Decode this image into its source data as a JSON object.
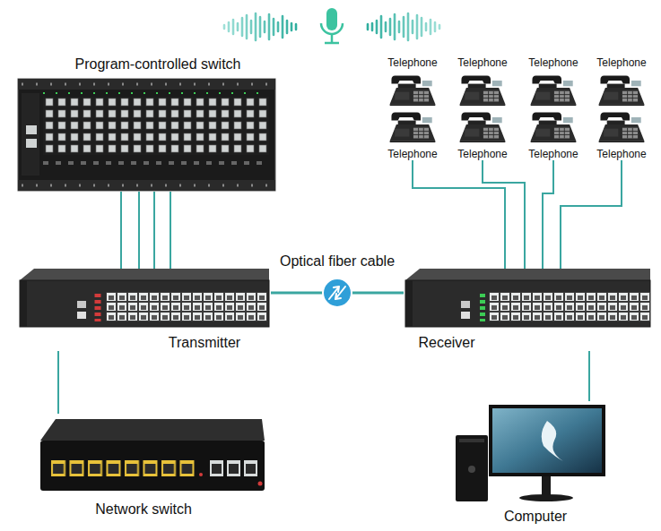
{
  "diagram": {
    "nodes": [
      {
        "text": [
          "Program-controlled switch"
        ]
      },
      {
        "text": [
          "Telephone"
        ]
      },
      {
        "text": [
          "Telephone"
        ]
      },
      {
        "text": [
          "Telephone"
        ]
      },
      {
        "text": [
          "Telephone"
        ]
      },
      {
        "text": [
          "Telephone"
        ]
      },
      {
        "text": [
          "Telephone"
        ]
      },
      {
        "text": [
          "Telephone"
        ]
      },
      {
        "text": [
          "Telephone"
        ]
      },
      {
        "text": [
          "Transmitter"
        ]
      },
      {
        "text": [
          "Receiver"
        ]
      },
      {
        "text": [
          "Network switch"
        ]
      },
      {
        "text": [
          "Computer"
        ]
      }
    ],
    "edges": [
      {
        "from": 0,
        "to": 9,
        "arrow": "none"
      },
      {
        "from": 0,
        "to": 9,
        "arrow": "none"
      },
      {
        "from": 0,
        "to": 9,
        "arrow": "none"
      },
      {
        "from": 0,
        "to": 9,
        "arrow": "none"
      },
      {
        "from": 5,
        "to": 10,
        "arrow": "none"
      },
      {
        "from": 6,
        "to": 10,
        "arrow": "none"
      },
      {
        "from": 7,
        "to": 10,
        "arrow": "none"
      },
      {
        "from": 8,
        "to": 10,
        "arrow": "none"
      },
      {
        "from": 9,
        "to": 10,
        "label": "Optical fiber cable",
        "arrow": "none"
      },
      {
        "from": 9,
        "to": 11,
        "arrow": "none"
      },
      {
        "from": 10,
        "to": 12,
        "arrow": "none"
      }
    ]
  }
}
